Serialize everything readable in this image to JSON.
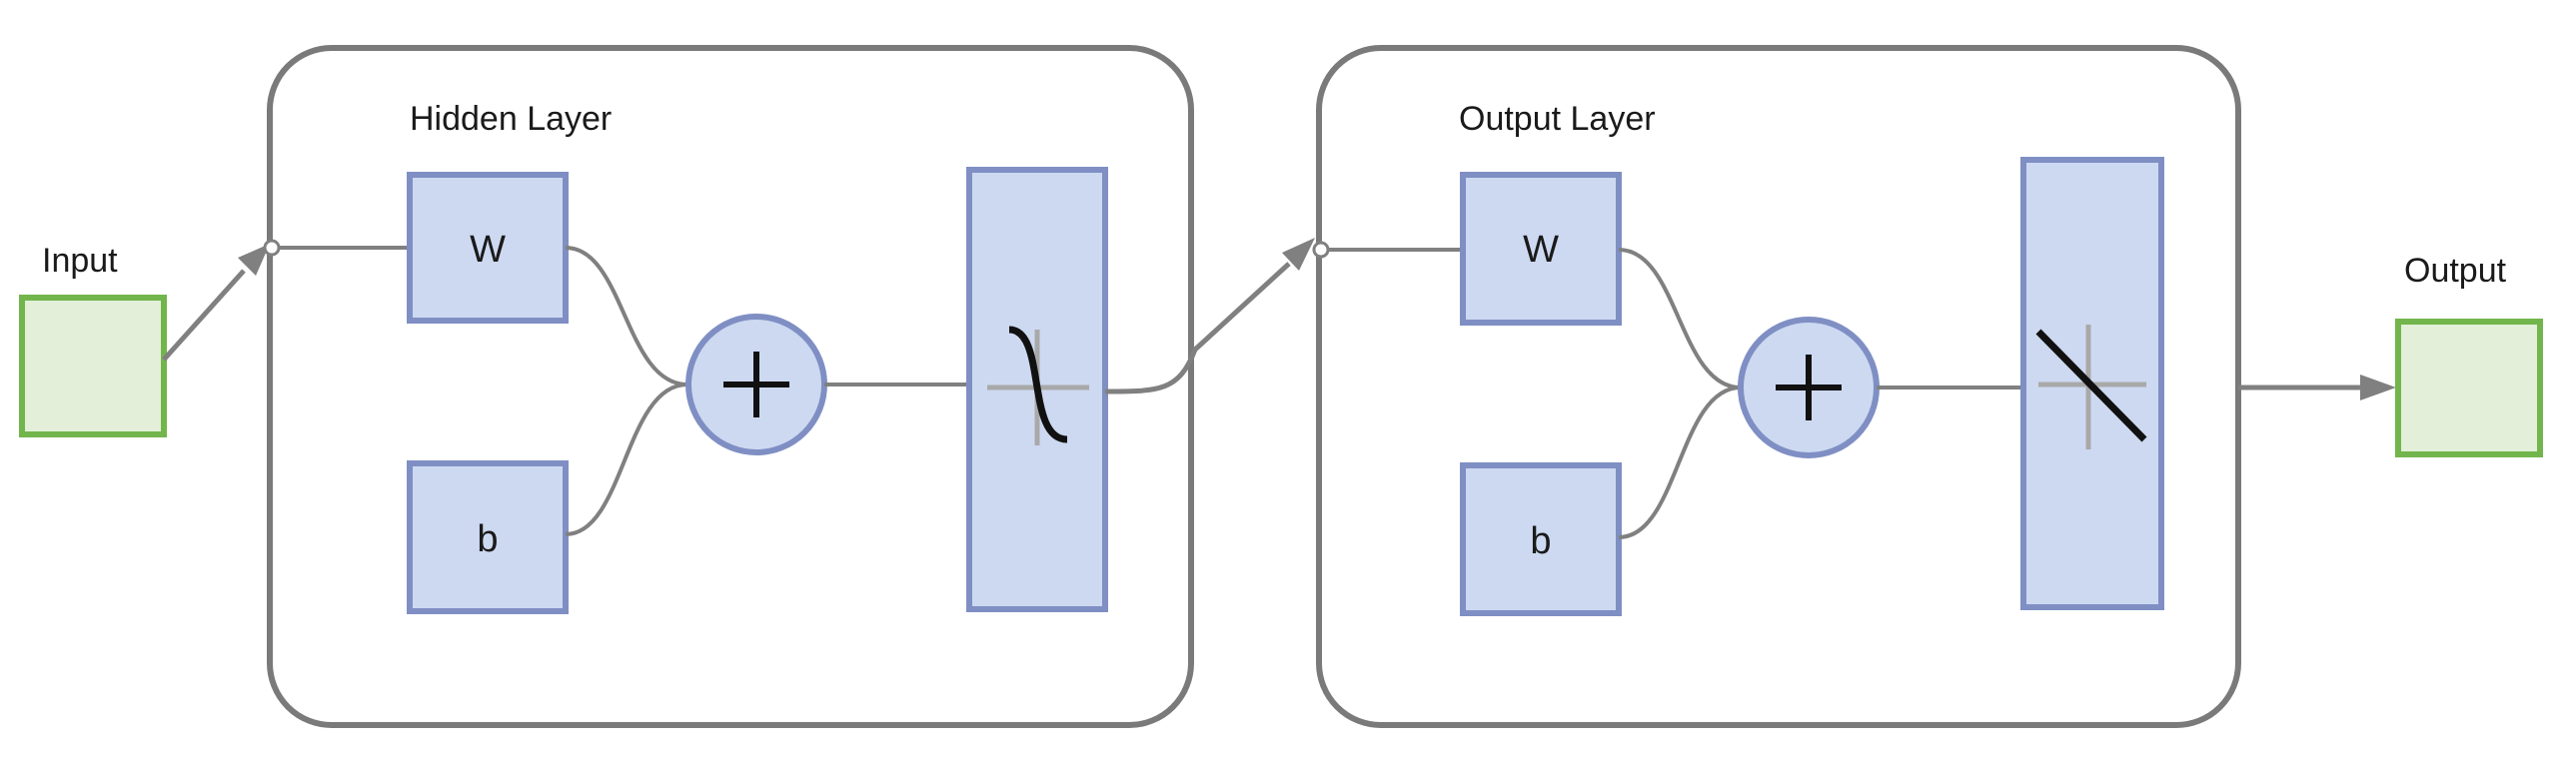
{
  "input": {
    "label": "Input"
  },
  "output": {
    "label": "Output"
  },
  "hidden_layer": {
    "title": "Hidden Layer",
    "weight_label": "W",
    "bias_label": "b",
    "transfer": "sigmoid-curve-icon"
  },
  "output_layer": {
    "title": "Output Layer",
    "weight_label": "W",
    "bias_label": "b",
    "transfer": "linear-line-icon"
  },
  "colors": {
    "frame": "#7a7a7a",
    "connector": "#808080",
    "node_fill": "#cdd9f1",
    "node_stroke": "#7f8fc4",
    "io_fill": "#e3efd9",
    "io_stroke": "#72b54c",
    "glyph": "#111111",
    "axes": "#a9a9a9"
  }
}
